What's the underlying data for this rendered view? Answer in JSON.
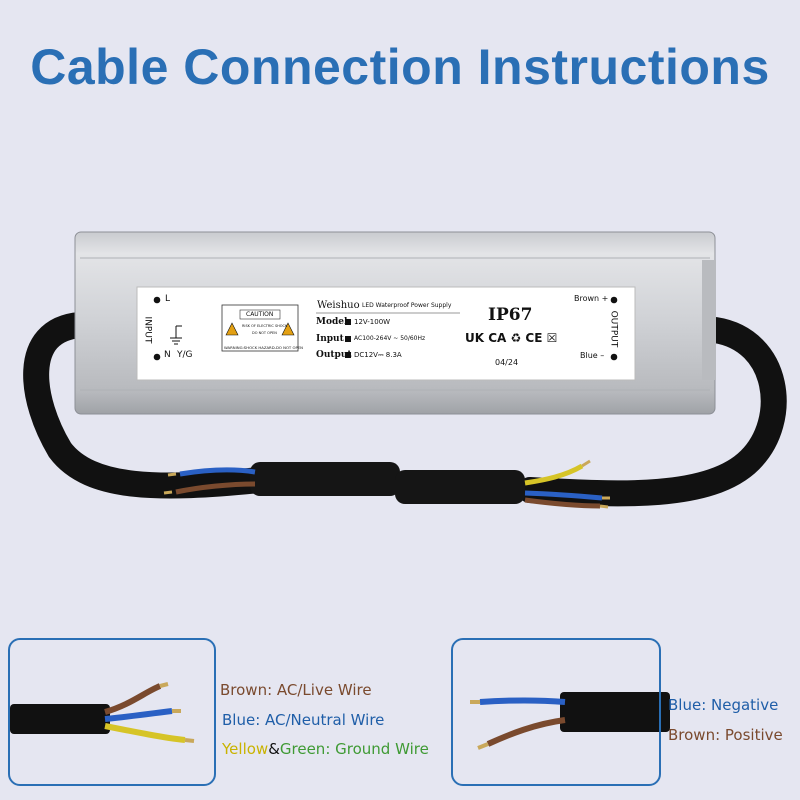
{
  "title": "Cable Connection Instructions",
  "label": {
    "left_L": "L",
    "left_input": "INPUT",
    "left_n": "N",
    "left_yg": "Y/G",
    "brand": "Weishuo",
    "product": "LED Waterproof Power Supply",
    "caution": "CAUTION",
    "caution_small1": "RISK OF ELECTRIC SHOCK",
    "caution_small2": "DO NOT OPEN",
    "warning": "WARNING:SHOCK HAZARD-DO NOT OPEN",
    "model_key": "Model",
    "model_val": "12V-100W",
    "input_key": "Input",
    "input_val": "AC100-264V ~ 50/60Hz",
    "output_key": "Output",
    "output_val": "DC12V⎓ 8.3A",
    "ip": "IP67",
    "marks": "UK CA ♻ CE ☒",
    "date": "04/24",
    "brown_plus": "Brown +",
    "blue_minus": "Blue –",
    "right_output": "OUTPUT"
  },
  "legend_left": {
    "brown": "Brown: AC/Live Wire",
    "blue": "Blue: AC/Neutral Wire",
    "yellow": "Yellow",
    "amp": "&",
    "green": "Green",
    "ground": ": Ground Wire"
  },
  "legend_right": {
    "blue": "Blue: Negative",
    "brown": "Brown: Positive"
  },
  "colors": {
    "title": "#2a6fb5",
    "brown_text": "#7a4a2e",
    "blue_text": "#1f5ea8",
    "yellow_text": "#c9b300",
    "green_text": "#3f9a34"
  }
}
